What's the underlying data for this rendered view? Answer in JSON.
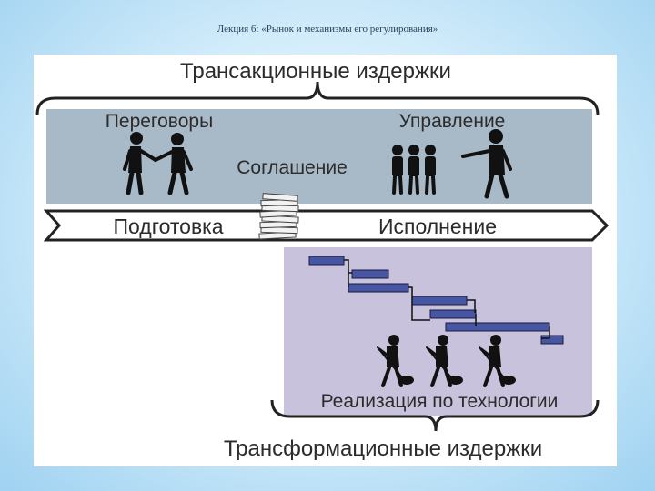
{
  "slide": {
    "title": "Лекция 6: «Рынок и механизмы его регулирования»"
  },
  "diagram": {
    "top_label": "Трансакционные издержки",
    "bottom_label": "Трансформационные издержки",
    "negotiations": "Переговоры",
    "management": "Управление",
    "agreement": "Соглашение",
    "preparation": "Подготовка",
    "execution": "Исполнение",
    "implementation": "Реализация по технологии"
  },
  "colors": {
    "upper_panel": "#a8b9c8",
    "lower_panel": "#c8c2dc",
    "gantt_bar": "#4756a3",
    "figure": "#111111"
  }
}
